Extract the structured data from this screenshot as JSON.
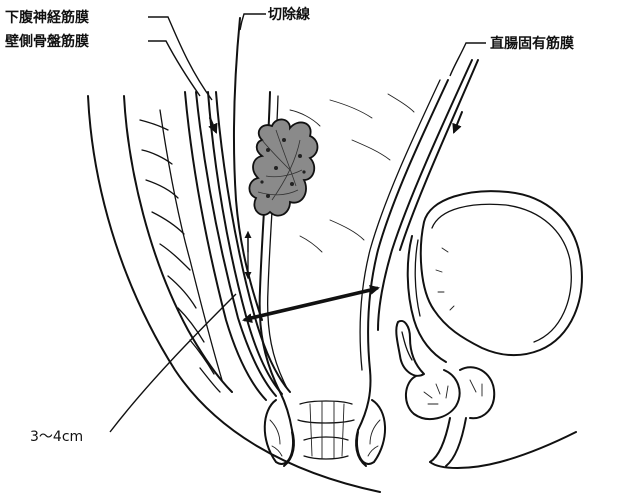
{
  "labels": {
    "hypogastric_fascia": "下腹神経筋膜",
    "parietal_pelvic_fascia": "壁側骨盤筋膜",
    "resection_line": "切除線",
    "proper_rectal_fascia": "直腸固有筋膜",
    "distance": "3～4cm"
  }
}
